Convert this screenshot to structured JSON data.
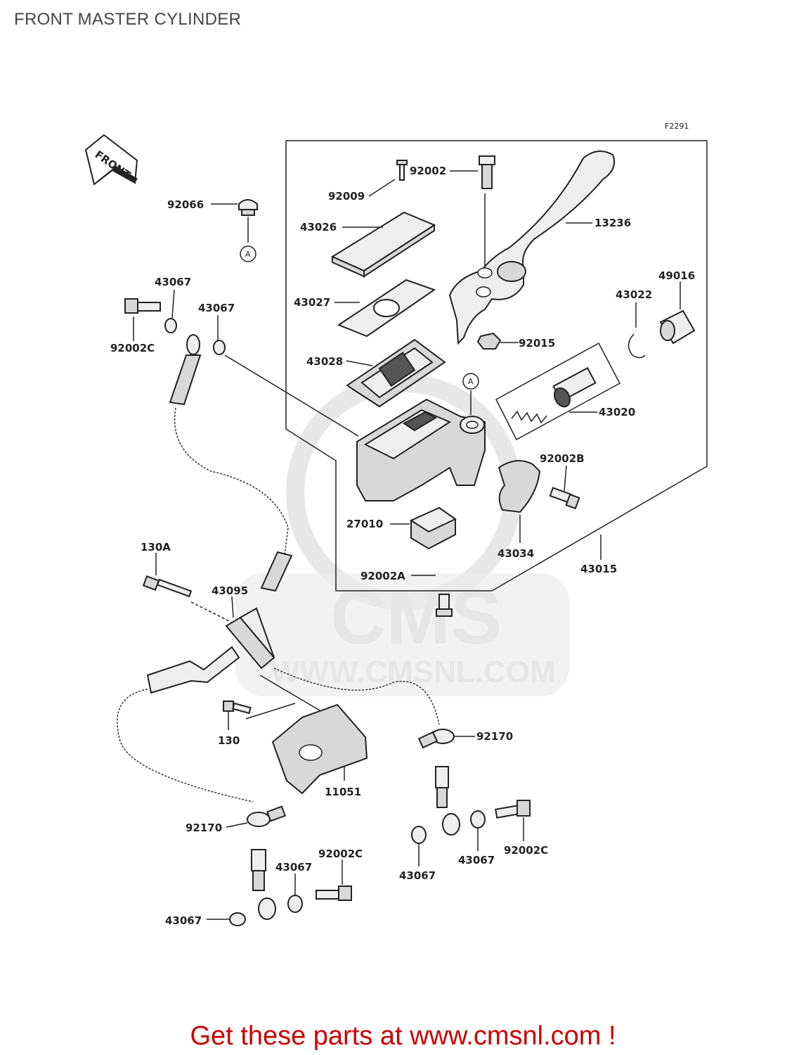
{
  "page": {
    "title": "FRONT MASTER CYLINDER",
    "figure_code": "F2291",
    "front_label": "FRONT",
    "footer": "Get these parts at www.cmsnl.com !"
  },
  "watermark": {
    "logo_text": "CMS",
    "url_text": "WWW.CMSNL.COM"
  },
  "callouts": {
    "c92066": "92066",
    "refA1": "A",
    "refA2": "A",
    "c43067a": "43067",
    "c43067b": "43067",
    "c92002c_a": "92002C",
    "c92002": "92002",
    "c92009": "92009",
    "c43026": "43026",
    "c43027": "43027",
    "c43028": "43028",
    "c13236": "13236",
    "c92015": "92015",
    "c43022": "43022",
    "c49016": "49016",
    "c43020": "43020",
    "c92002b": "92002B",
    "c27010": "27010",
    "c43034": "43034",
    "c43015": "43015",
    "c92002a": "92002A",
    "c130a": "130A",
    "c43095": "43095",
    "c130": "130",
    "c11051": "11051",
    "c92170a": "92170",
    "c92170b": "92170",
    "c43067c": "43067",
    "c92002c_b": "92002C",
    "c43067d": "43067",
    "c43067e": "43067",
    "c43067f": "43067",
    "c92002c_c": "92002C"
  }
}
